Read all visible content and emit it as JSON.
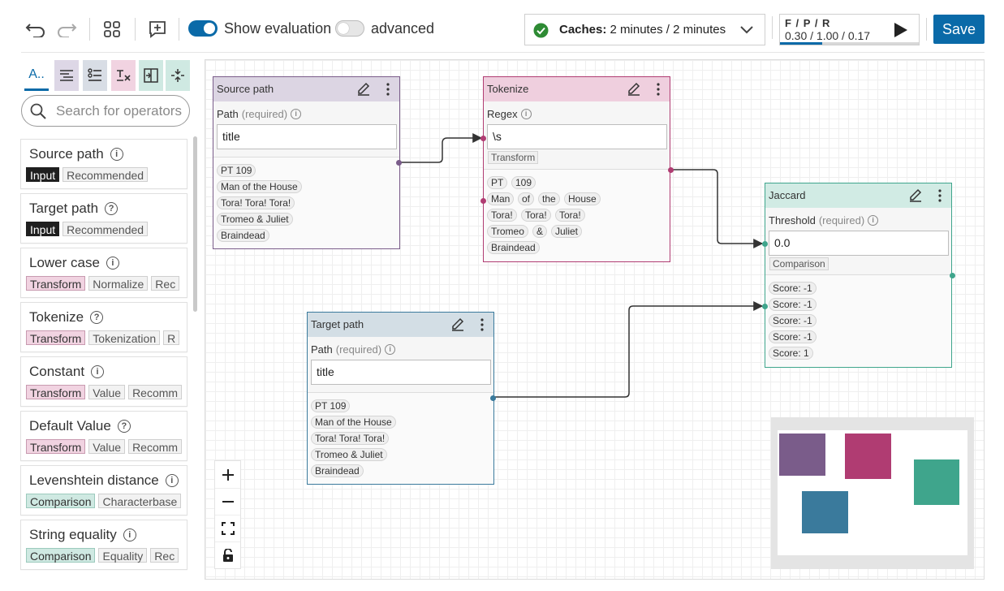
{
  "toolbar": {
    "undo_icon": "undo-icon",
    "redo_icon": "redo-icon",
    "show_evaluation_label": "Show evaluation",
    "show_evaluation_on": true,
    "advanced_label": "advanced",
    "advanced_on": false,
    "caches_label": "Caches:",
    "caches_value": "2 minutes / 2 minutes",
    "fpr_label": "F / P / R",
    "fpr_value": "0.30 / 1.00 / 0.17",
    "save_label": "Save",
    "accent": "#0a6aa8",
    "success": "#2e8b34"
  },
  "sidebar": {
    "tabs": [
      {
        "label": "A..",
        "icon": "all-icon",
        "color": "#ffffff"
      },
      {
        "icon": "list-icon",
        "color": "#ddd7e6"
      },
      {
        "icon": "filter-list-icon",
        "color": "#d8dde5"
      },
      {
        "icon": "clear-format-icon",
        "color": "#f1d3e1"
      },
      {
        "icon": "compare-icon",
        "color": "#cfe9e2"
      },
      {
        "icon": "merge-icon",
        "color": "#cfe9e2"
      }
    ],
    "search_placeholder": "Search for operators",
    "operators": [
      {
        "title": "Source path",
        "tags": [
          "Input",
          "Recommended"
        ]
      },
      {
        "title": "Target path",
        "tags": [
          "Input",
          "Recommended"
        ]
      },
      {
        "title": "Lower case",
        "tags": [
          "Transform",
          "Normalize",
          "Rec"
        ]
      },
      {
        "title": "Tokenize",
        "tags": [
          "Transform",
          "Tokenization",
          "R"
        ]
      },
      {
        "title": "Constant",
        "tags": [
          "Transform",
          "Value",
          "Recomm"
        ]
      },
      {
        "title": "Default Value",
        "tags": [
          "Transform",
          "Value",
          "Recomm"
        ]
      },
      {
        "title": "Levenshtein distance",
        "tags": [
          "Comparison",
          "Characterbase"
        ]
      },
      {
        "title": "String equality",
        "tags": [
          "Comparison",
          "Equality",
          "Rec"
        ]
      }
    ]
  },
  "nodes": {
    "source": {
      "title": "Source path",
      "param_label": "Path",
      "param_req": "(required)",
      "value": "title",
      "results": [
        "PT 109",
        "Man of the House",
        "Tora! Tora! Tora!",
        "Tromeo & Juliet",
        "Braindead"
      ],
      "color": "#7a5c8a",
      "header_bg": "#dcd5e3"
    },
    "tokenize": {
      "title": "Tokenize",
      "param_label": "Regex",
      "value": "\\s",
      "type_tag": "Transform",
      "rows": [
        [
          "PT",
          "109"
        ],
        [
          "Man",
          "of",
          "the",
          "House"
        ],
        [
          "Tora!",
          "Tora!",
          "Tora!"
        ],
        [
          "Tromeo",
          "&",
          "Juliet"
        ],
        [
          "Braindead"
        ]
      ],
      "color": "#b03c72",
      "header_bg": "#efcfde"
    },
    "target": {
      "title": "Target path",
      "param_label": "Path",
      "param_req": "(required)",
      "value": "title",
      "results": [
        "PT 109",
        "Man of the House",
        "Tora! Tora! Tora!",
        "Tromeo & Juliet",
        "Braindead"
      ],
      "color": "#3a7a9c",
      "header_bg": "#d3dee5"
    },
    "jaccard": {
      "title": "Jaccard",
      "param_label": "Threshold",
      "param_req": "(required)",
      "value": "0.0",
      "type_tag": "Comparison",
      "scores": [
        "Score: -1",
        "Score: -1",
        "Score: -1",
        "Score: -1",
        "Score: 1"
      ],
      "color": "#3fa58c",
      "header_bg": "#d1ebe4"
    }
  },
  "zoom": {
    "zoom_in": "zoom-in-icon",
    "zoom_out": "zoom-out-icon",
    "fit": "fit-view-icon",
    "lock": "lock-icon"
  },
  "minimap": {
    "colors": [
      "#7a5c8a",
      "#b03c72",
      "#3fa58c",
      "#3a7a9c"
    ]
  }
}
